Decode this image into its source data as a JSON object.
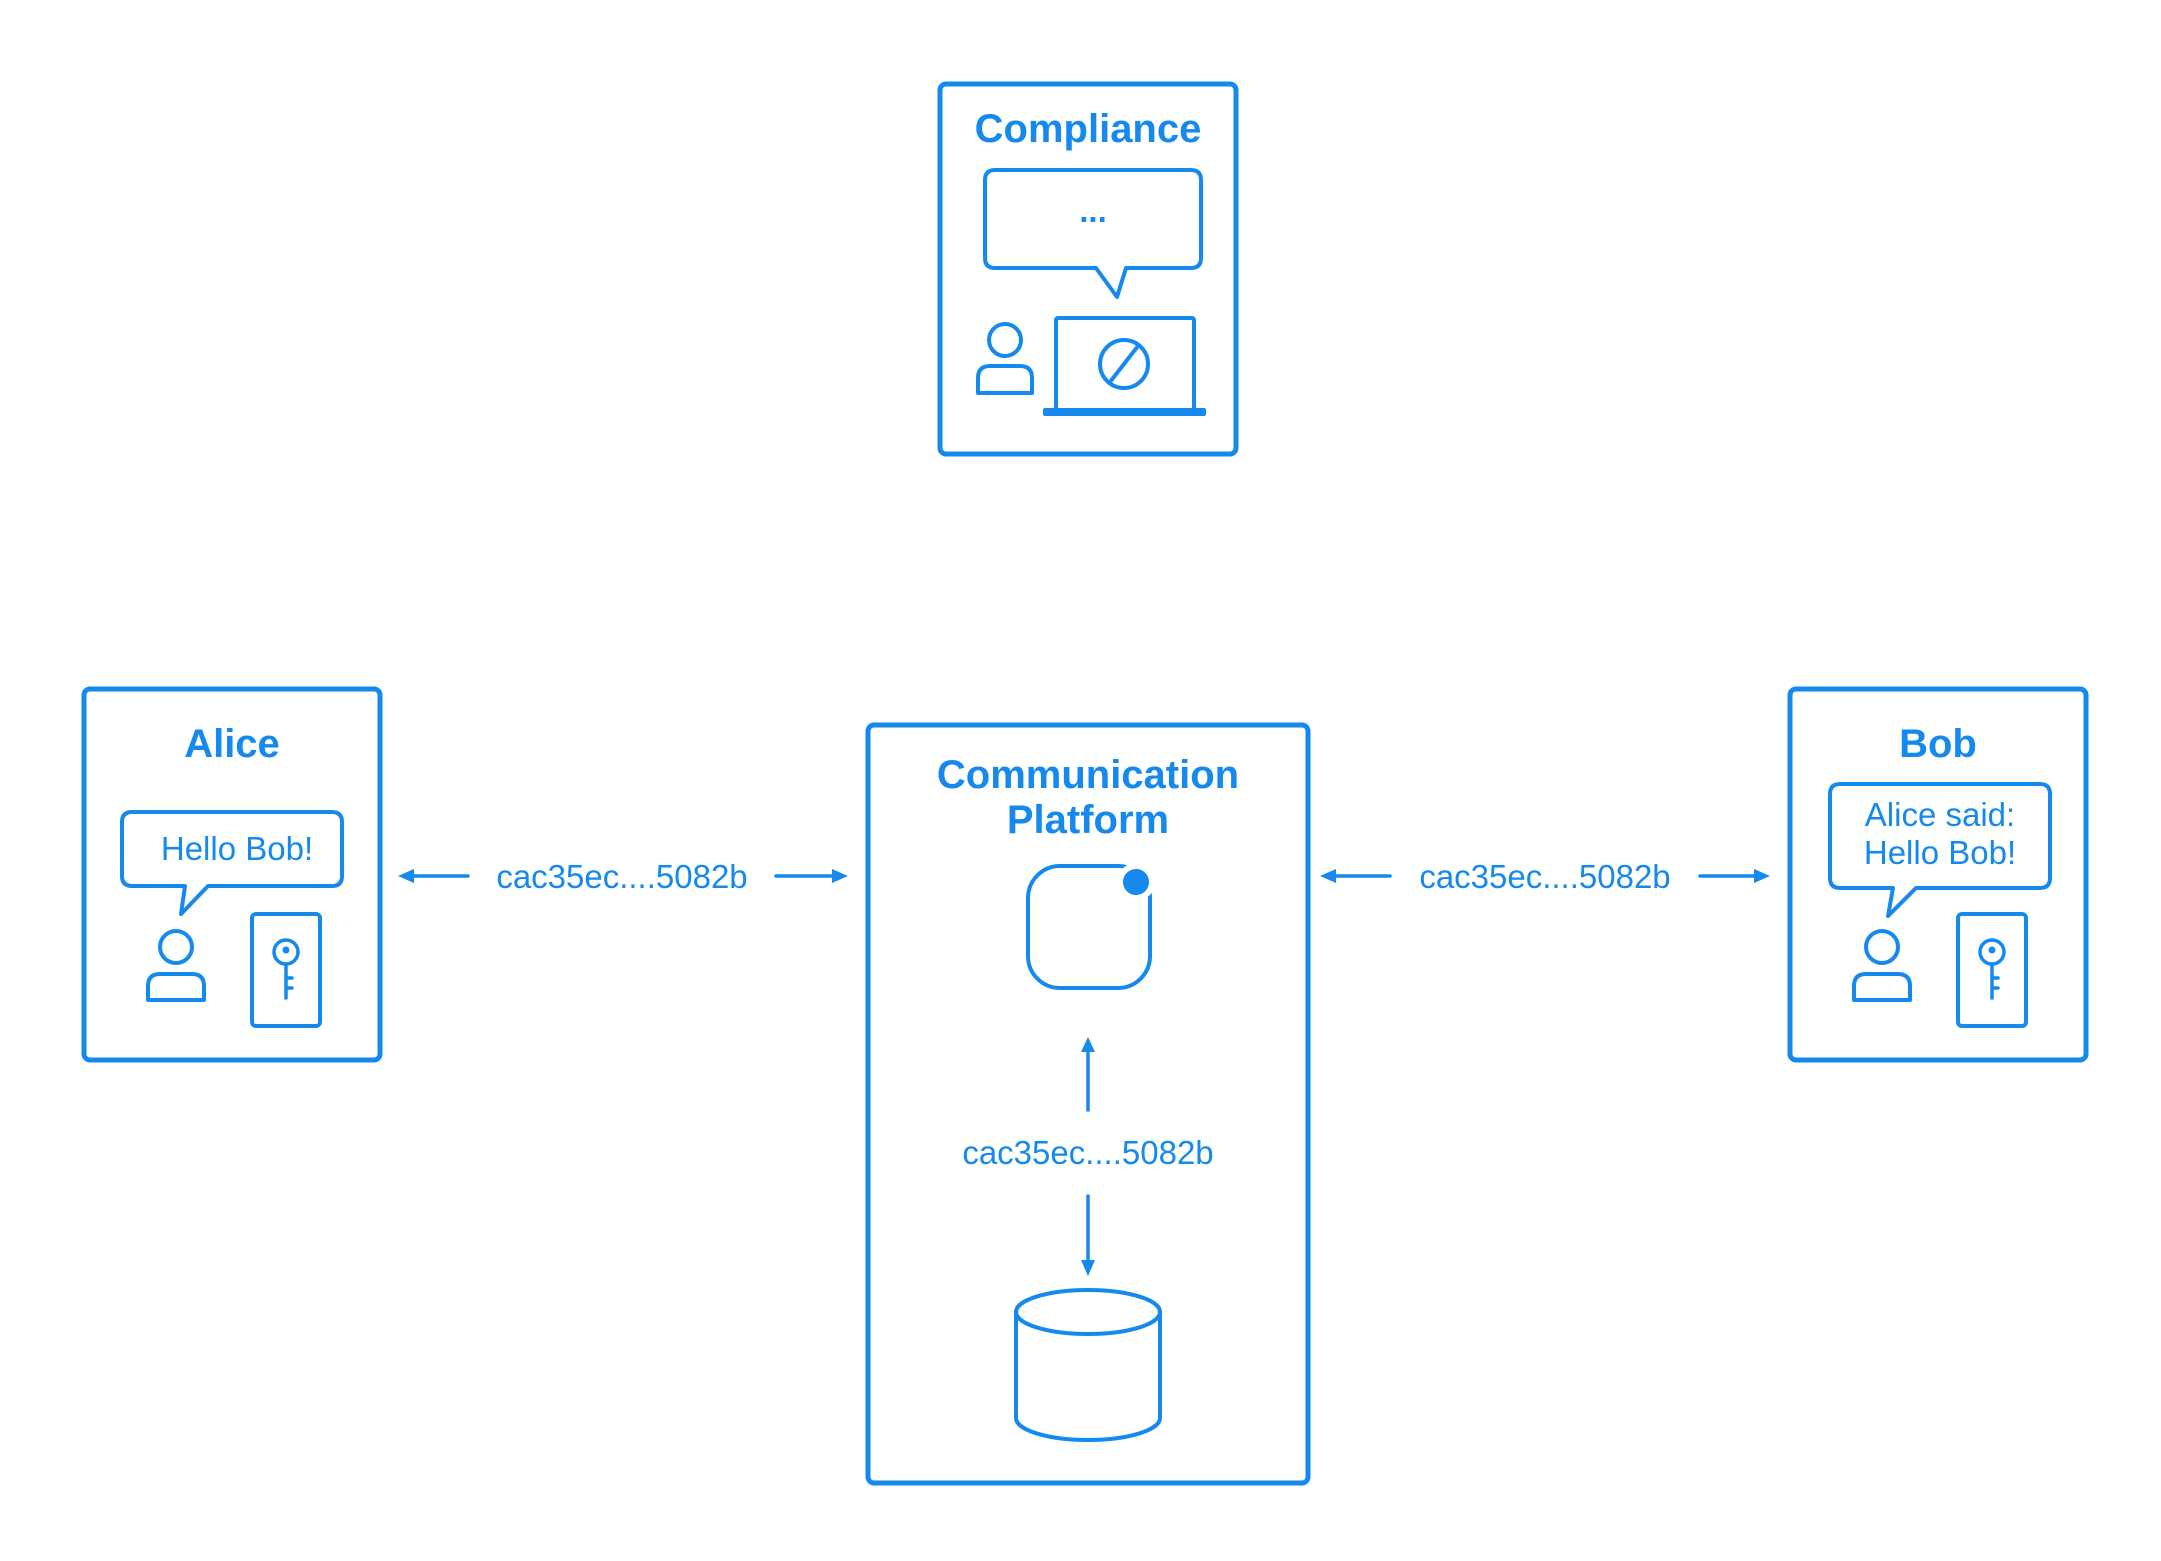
{
  "colors": {
    "accent": "#1589ee",
    "background": "#ffffff"
  },
  "compliance": {
    "title": "Compliance",
    "bubble_text": "...",
    "icons": [
      "speech-bubble-icon",
      "person-icon",
      "laptop-icon",
      "blocked-icon"
    ]
  },
  "alice": {
    "title": "Alice",
    "bubble_text": "Hello Bob!",
    "icons": [
      "person-icon",
      "phone-icon",
      "key-icon"
    ]
  },
  "bob": {
    "title": "Bob",
    "bubble_line_1": "Alice said:",
    "bubble_line_2": "Hello Bob!",
    "icons": [
      "person-icon",
      "phone-icon",
      "key-icon"
    ]
  },
  "platform": {
    "title_line_1": "Communication",
    "title_line_2": "Platform",
    "icons": [
      "app-icon",
      "database-icon"
    ]
  },
  "links": {
    "alice_platform": "cac35ec....5082b",
    "platform_bob": "cac35ec....5082b",
    "app_database": "cac35ec....5082b"
  }
}
